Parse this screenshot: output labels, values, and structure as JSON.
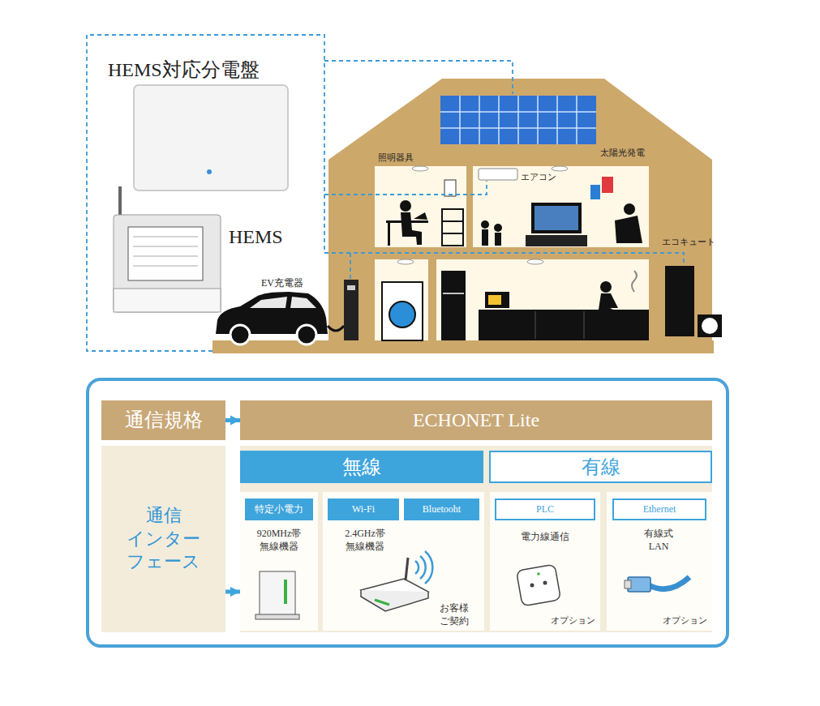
{
  "diagram": {
    "nodes": [
      {
        "text": [
          "通信規格"
        ]
      },
      {
        "text": [
          "ECHONET Lite"
        ]
      },
      {
        "text": [
          "通信 インター フェース"
        ]
      },
      {
        "text": [
          "無線"
        ]
      },
      {
        "text": [
          "有線"
        ]
      },
      {
        "text": [
          "920MHz帯 無線機器"
        ]
      },
      {
        "text": [
          "特定小電力"
        ],
        "in": 5
      },
      {
        "text": [
          "2.4GHz帯 無線機器",
          "お客様 ご契約"
        ]
      },
      {
        "text": [
          "Wi-Fi"
        ],
        "in": 7
      },
      {
        "text": [
          "Bluetooht"
        ],
        "in": 7
      },
      {
        "text": [
          "電力線通信",
          "オプション"
        ]
      },
      {
        "text": [
          "PLC"
        ],
        "in": 10
      },
      {
        "text": [
          "有線式 LAN",
          "オプション"
        ]
      },
      {
        "text": [
          "Ethernet"
        ],
        "in": 12
      }
    ],
    "edges": [
      {
        "from": 0,
        "to": 1,
        "arrow": "to"
      },
      {
        "from": 2,
        "to": 5,
        "arrow": "to"
      }
    ],
    "labels": [
      "HEMS対応分電盤",
      "太陽光発電",
      "照明器具",
      "エアコン",
      "HEMS",
      "エコキュート",
      "EV充電器"
    ]
  }
}
